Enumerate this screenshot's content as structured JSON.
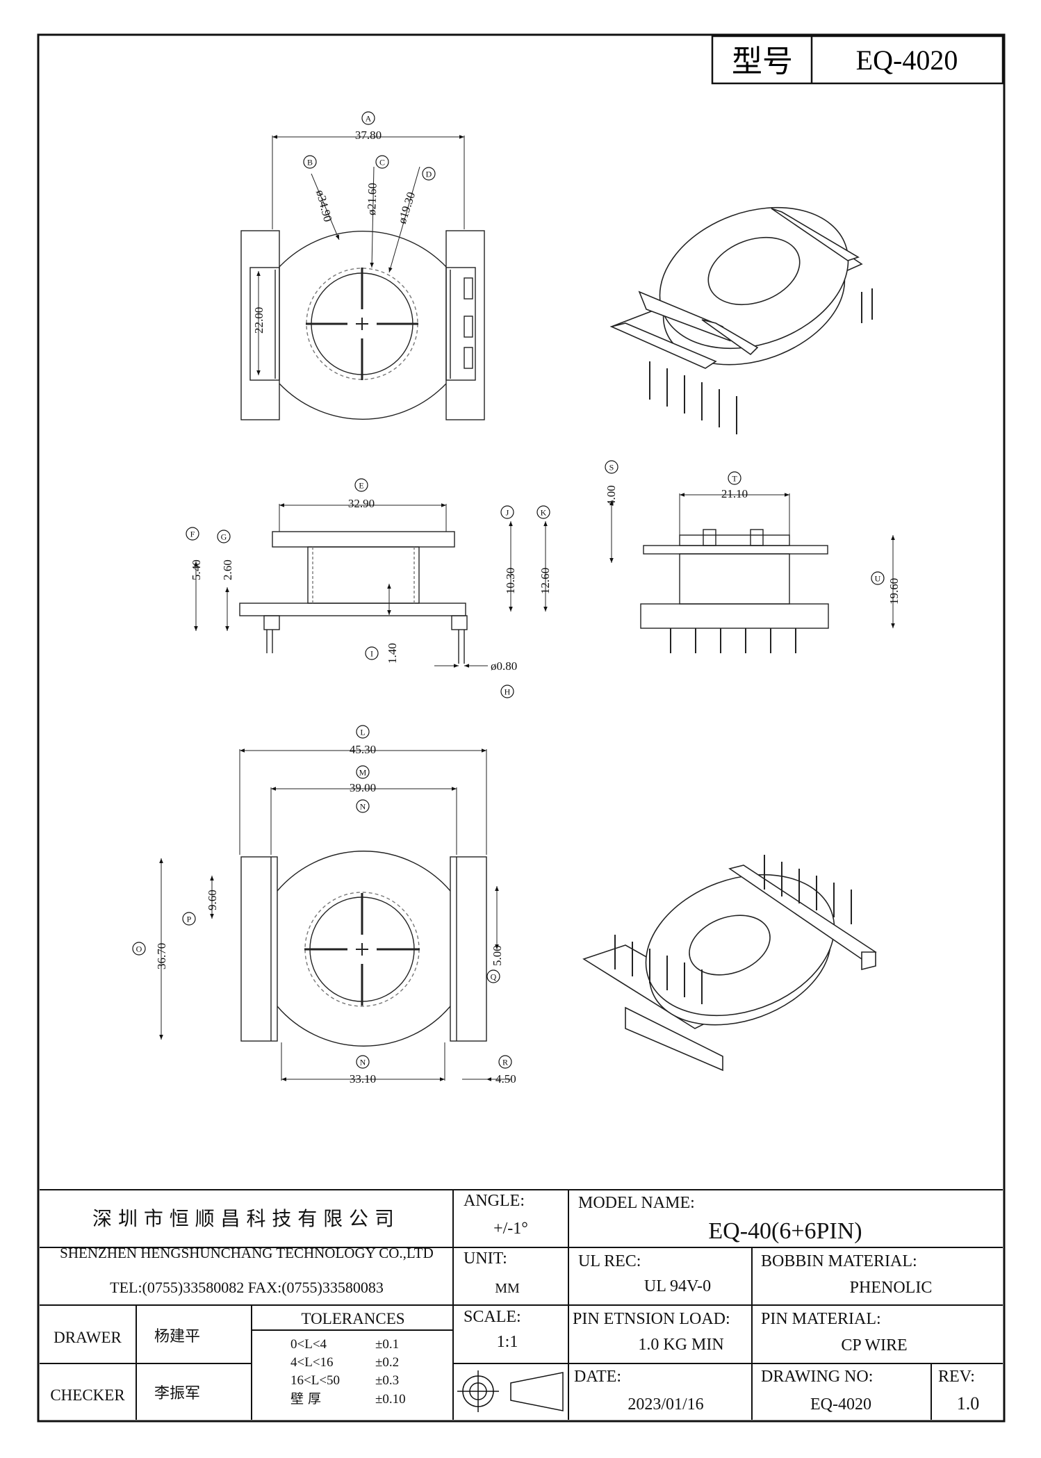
{
  "header": {
    "model_label": "型号",
    "model_value": "EQ-4020"
  },
  "company": {
    "name_cn": "深 圳 市 恒 顺 昌 科 技 有 限 公 司",
    "name_en": "SHENZHEN HENGSHUNCHANG TECHNOLOGY CO.,LTD",
    "contact": "TEL:(0755)33580082 FAX:(0755)33580083"
  },
  "angle": {
    "label": "ANGLE:",
    "value": "+/-1°"
  },
  "unit": {
    "label": "UNIT:",
    "value": "MM"
  },
  "scale": {
    "label": "SCALE:",
    "value": "1:1"
  },
  "model_name": {
    "label": "MODEL NAME:",
    "value": "EQ-40(6+6PIN)"
  },
  "ul_rec": {
    "label": "UL REC:",
    "value": "UL 94V-0"
  },
  "bobbin_material": {
    "label": "BOBBIN MATERIAL:",
    "value": "PHENOLIC"
  },
  "pin_load": {
    "label": "PIN ETNSION LOAD:",
    "value": "1.0 KG MIN"
  },
  "pin_material": {
    "label": "PIN MATERIAL:",
    "value": "CP WIRE"
  },
  "date": {
    "label": "DATE:",
    "value": "2023/01/16"
  },
  "drawing_no": {
    "label": "DRAWING NO:",
    "value": "EQ-4020"
  },
  "rev": {
    "label": "REV:",
    "value": "1.0"
  },
  "drawer": {
    "label": "DRAWER",
    "name": "杨建平"
  },
  "checker": {
    "label": "CHECKER",
    "name": "李振军"
  },
  "tolerances": {
    "title": "TOLERANCES",
    "rows": [
      {
        "range": "0<L<4",
        "value": "±0.1"
      },
      {
        "range": "4<L<16",
        "value": "±0.2"
      },
      {
        "range": "16<L<50",
        "value": "±0.3"
      },
      {
        "range": "壁  厚",
        "value": "±0.10"
      }
    ]
  },
  "dimensions": {
    "A": "37.80",
    "B": "ø34.90",
    "C": "ø21.60",
    "D": "ø19.30",
    "E": "32.90",
    "F": "5.40",
    "G": "2.60",
    "H": "ø0.80",
    "I": "1.40",
    "J": "10.30",
    "K": "12.60",
    "L": "45.30",
    "M": "39.00",
    "N_top": "33.10",
    "O": "36.70",
    "P": "9.60",
    "Q": "5.00",
    "R": "4.50",
    "S": "4.00",
    "T": "21.10",
    "U": "19.60",
    "V": "22.00"
  },
  "callouts": [
    "A",
    "B",
    "C",
    "D",
    "E",
    "F",
    "G",
    "H",
    "I",
    "J",
    "K",
    "L",
    "M",
    "N",
    "N",
    "O",
    "P",
    "Q",
    "R",
    "S",
    "T",
    "U"
  ]
}
